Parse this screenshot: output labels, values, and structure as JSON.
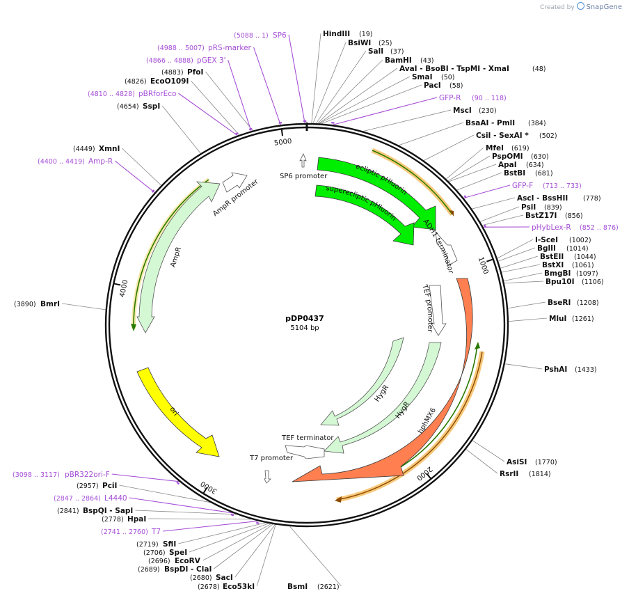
{
  "watermark": {
    "prefix": "Created by",
    "brand": "SnapGene"
  },
  "plasmid": {
    "name": "pDP0437",
    "size": "5104 bp",
    "length": 5104
  },
  "ticks": [
    {
      "bp": 1000,
      "label": "1000"
    },
    {
      "bp": 2000,
      "label": "2000"
    },
    {
      "bp": 3000,
      "label": "3000"
    },
    {
      "bp": 4000,
      "label": "4000"
    },
    {
      "bp": 5000,
      "label": "5000"
    }
  ],
  "enzymes": [
    {
      "name": "HindIII",
      "pos": "(19)",
      "bp": 19
    },
    {
      "name": "BsiWI",
      "pos": "(25)",
      "bp": 25
    },
    {
      "name": "SalI",
      "pos": "(37)",
      "bp": 37
    },
    {
      "name": "BamHI",
      "pos": "(43)",
      "bp": 43
    },
    {
      "name": "AvaI  - BsoBI  - TspMI  - XmaI",
      "pos": "(48)",
      "bp": 48
    },
    {
      "name": "SmaI",
      "pos": "(50)",
      "bp": 50
    },
    {
      "name": "PacI",
      "pos": "(58)",
      "bp": 58
    },
    {
      "name": "MscI",
      "pos": "(230)",
      "bp": 230
    },
    {
      "name": "BsaAI  - PmlI",
      "pos": "(384)",
      "bp": 384
    },
    {
      "name": "CsiI  - SexAI *",
      "pos": "(502)",
      "bp": 502
    },
    {
      "name": "MfeI",
      "pos": "(619)",
      "bp": 619
    },
    {
      "name": "PspOMI",
      "pos": "(630)",
      "bp": 630
    },
    {
      "name": "ApaI",
      "pos": "(634)",
      "bp": 634
    },
    {
      "name": "BstBI",
      "pos": "(681)",
      "bp": 681
    },
    {
      "name": "AscI  - BssHII",
      "pos": "(778)",
      "bp": 778
    },
    {
      "name": "PsiI",
      "pos": "(839)",
      "bp": 839
    },
    {
      "name": "BstZ17I",
      "pos": "(856)",
      "bp": 856
    },
    {
      "name": "I-SceI",
      "pos": "(1002)",
      "bp": 1002
    },
    {
      "name": "BglII",
      "pos": "(1014)",
      "bp": 1014
    },
    {
      "name": "BstEII",
      "pos": "(1044)",
      "bp": 1044
    },
    {
      "name": "BstXI",
      "pos": "(1061)",
      "bp": 1061
    },
    {
      "name": "BmgBI",
      "pos": "(1097)",
      "bp": 1097
    },
    {
      "name": "Bpu10I",
      "pos": "(1106)",
      "bp": 1106
    },
    {
      "name": "BseRI",
      "pos": "(1208)",
      "bp": 1208
    },
    {
      "name": "MluI",
      "pos": "(1261)",
      "bp": 1261
    },
    {
      "name": "PshAI",
      "pos": "(1433)",
      "bp": 1433
    },
    {
      "name": "AsiSI",
      "pos": "(1770)",
      "bp": 1770
    },
    {
      "name": "RsrII",
      "pos": "(1814)",
      "bp": 1814
    },
    {
      "name": "BsmI",
      "pos": "(2621)",
      "bp": 2621
    },
    {
      "name": "Eco53kI",
      "pos": "(2678)",
      "bp": 2678
    },
    {
      "name": "SacI",
      "pos": "(2680)",
      "bp": 2680
    },
    {
      "name": "BspDI  - ClaI",
      "pos": "(2689)",
      "bp": 2689
    },
    {
      "name": "EcoRV",
      "pos": "(2696)",
      "bp": 2696
    },
    {
      "name": "SpeI",
      "pos": "(2706)",
      "bp": 2706
    },
    {
      "name": "SfiI",
      "pos": "(2719)",
      "bp": 2719
    },
    {
      "name": "HpaI",
      "pos": "(2778)",
      "bp": 2778
    },
    {
      "name": "BspQI  - SapI",
      "pos": "(2841)",
      "bp": 2841
    },
    {
      "name": "PciI",
      "pos": "(2957)",
      "bp": 2957
    },
    {
      "name": "BmrI",
      "pos": "(3890)",
      "bp": 3890
    },
    {
      "name": "XmnI",
      "pos": "(4449)",
      "bp": 4449
    },
    {
      "name": "SspI",
      "pos": "(4654)",
      "bp": 4654
    },
    {
      "name": "EcoO109I",
      "pos": "(4826)",
      "bp": 4826
    },
    {
      "name": "PfoI",
      "pos": "(4883)",
      "bp": 4883
    }
  ],
  "primers": [
    {
      "name": "SP6",
      "pos": "(5088 .. 1)",
      "bp": 5096
    },
    {
      "name": "pRS-marker",
      "pos": "(4988 .. 5007)",
      "bp": 4998
    },
    {
      "name": "pGEX 3'",
      "pos": "(4866 .. 4888)",
      "bp": 4877
    },
    {
      "name": "pBRforEco",
      "pos": "(4810 .. 4828)",
      "bp": 4819
    },
    {
      "name": "Amp-R",
      "pos": "(4400 .. 4419)",
      "bp": 4410
    },
    {
      "name": "GFP-R",
      "pos": "(90 .. 118)",
      "bp": 104
    },
    {
      "name": "GFP-F",
      "pos": "(713 .. 733)",
      "bp": 723
    },
    {
      "name": "pHybLex-R",
      "pos": "(852 .. 876)",
      "bp": 864
    },
    {
      "name": "pBR322ori-F",
      "pos": "(3098 .. 3117)",
      "bp": 3108
    },
    {
      "name": "L4440",
      "pos": "(2847 .. 2864)",
      "bp": 2856
    },
    {
      "name": "T7",
      "pos": "(2741 .. 2760)",
      "bp": 2750
    }
  ],
  "features": [
    {
      "name": "ecliptic pHluorin",
      "color": "#00ee00"
    },
    {
      "name": "superecliptic pHluorin",
      "color": "#00ee00"
    },
    {
      "name": "ADH1 terminator",
      "color": "#ffffff"
    },
    {
      "name": "SP6 promoter",
      "color": "#ffffff"
    },
    {
      "name": "TEF promoter",
      "color": "#d4f7d4"
    },
    {
      "name": "hphMX6",
      "color": "#ff7f50"
    },
    {
      "name": "HygR",
      "color": "#d4f7d4"
    },
    {
      "name": "HygR",
      "color": "#d4f7d4"
    },
    {
      "name": "TEF terminator",
      "color": "#ffffff"
    },
    {
      "name": "T7 promoter",
      "color": "#ffffff"
    },
    {
      "name": "ori",
      "color": "#ffff00"
    },
    {
      "name": "AmpR",
      "color": "#d4f7d4"
    },
    {
      "name": "AmpR promoter",
      "color": "#d4f7d4"
    }
  ],
  "colors": {
    "primer": "#a64fd6",
    "enzyme_line": "#888888",
    "backbone": "#111111",
    "primer_bind": "#f5b041",
    "primer_arrow": "#2a7a00"
  }
}
